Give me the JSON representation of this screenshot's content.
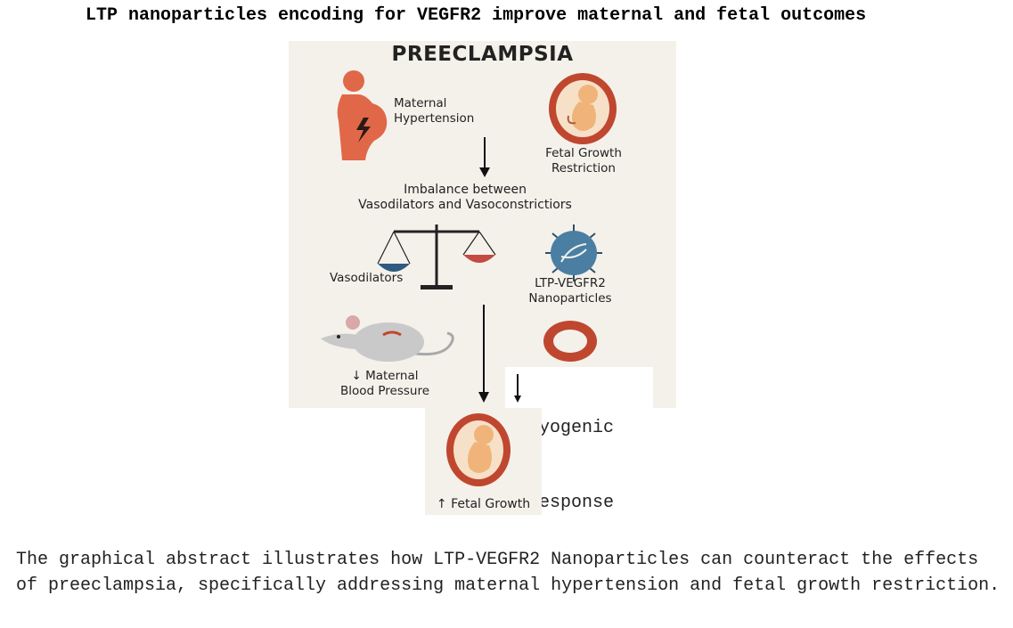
{
  "title": "LTP nanoparticles encoding for VEGFR2 improve maternal and fetal outcomes",
  "diagram": {
    "heading": "PREECLAMPSIA",
    "maternal_hypertension": [
      "Maternal",
      "Hypertension"
    ],
    "fetal_growth_restriction": [
      "Fetal Growth",
      "Restriction"
    ],
    "imbalance": [
      "Imbalance between",
      "Vasodilators and Vasoconstrictiors"
    ],
    "vasodilators": "Vasodilators",
    "nanoparticles": [
      "LTP-VEGFR2",
      "Nanoparticles"
    ],
    "maternal_bp": [
      "↓ Maternal",
      "Blood Pressure"
    ],
    "myogenic": [
      "Myogenic",
      "Response"
    ],
    "fetal_growth": "↑ Fetal Growth",
    "colors": {
      "mother": "#e06848",
      "womb": "#c0472f",
      "fetus": "#f0b47a",
      "left_pan": "#2f5b80",
      "right_pan": "#c24a42",
      "nanoparticle": "#4a7fa3",
      "rat": "#c9c9c9"
    }
  },
  "summary": "The graphical abstract illustrates how LTP-VEGFR2 Nanoparticles can counteract the effects of preeclampsia, specifically addressing maternal hypertension and fetal growth restriction."
}
